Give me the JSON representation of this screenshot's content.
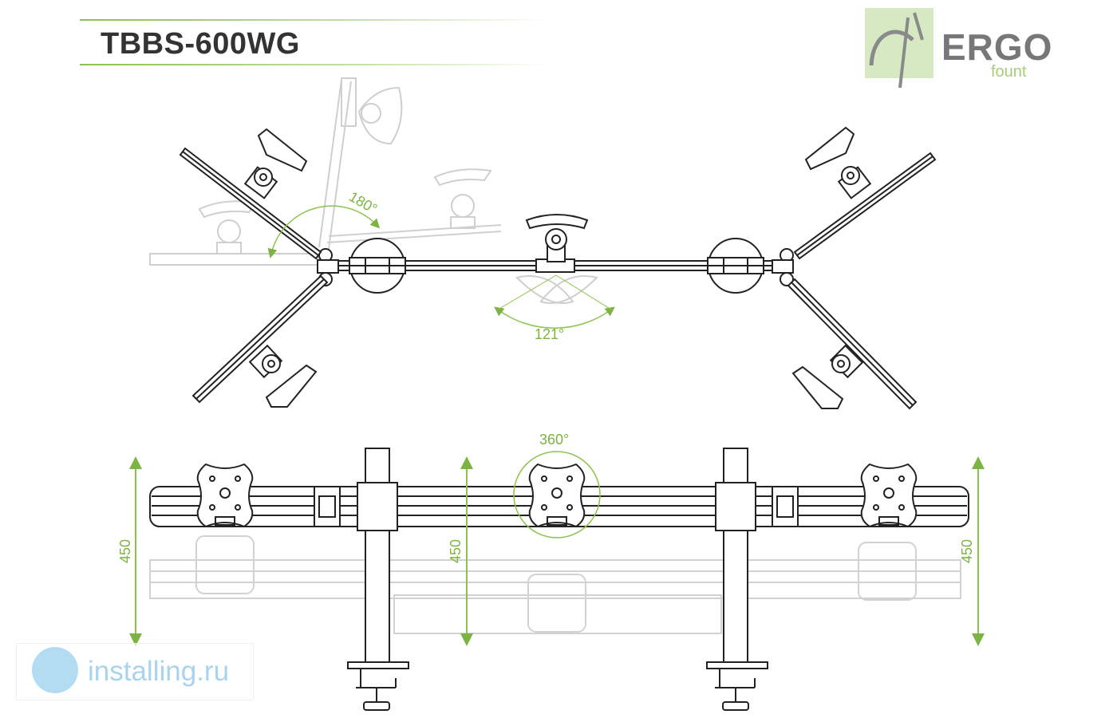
{
  "header": {
    "model": "TBBS-600WG"
  },
  "logo": {
    "brand": "ERGO",
    "sub": "fount"
  },
  "watermark": {
    "text": "installing.ru",
    "icon": "globe-icon"
  },
  "angles": {
    "arm_swing": "180°",
    "tilt": "121°",
    "rotation": "360°"
  },
  "dimensions": {
    "left": "450",
    "center": "450",
    "right": "450"
  },
  "colors": {
    "accent": "#8bc34a",
    "line": "#222222",
    "ghost": "#cccccc",
    "dim": "#7cb342"
  }
}
